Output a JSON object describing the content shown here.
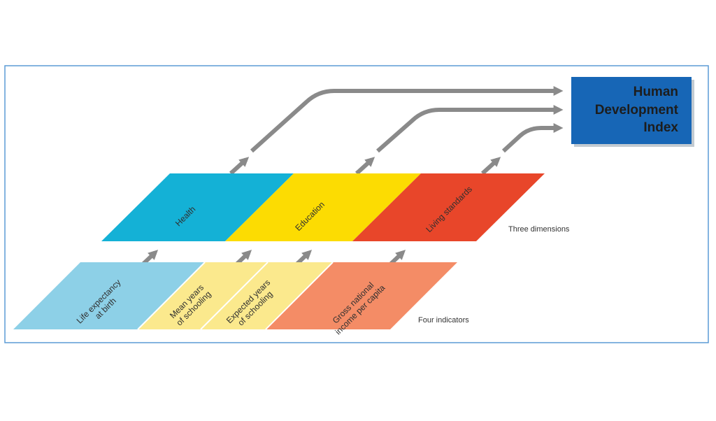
{
  "hdi": {
    "line1": "Human",
    "line2": "Development",
    "line3": "Index"
  },
  "dimensions": {
    "caption": "Three dimensions",
    "items": [
      {
        "label": "Health",
        "color": "#14b1d6"
      },
      {
        "label": "Education",
        "color": "#fcdc02"
      },
      {
        "label": "Living standards",
        "color": "#e8462a"
      }
    ]
  },
  "indicators": {
    "caption": "Four indicators",
    "items": [
      {
        "line1": "Life expectancy",
        "line2": "at birth",
        "color": "#8dd0e7"
      },
      {
        "line1": "Mean years",
        "line2": "of schooling",
        "color": "#fbe98d"
      },
      {
        "line1": "Expected years",
        "line2": "of schooling",
        "color": "#fbe98d"
      },
      {
        "line1": "Gross national",
        "line2": "income per capita",
        "color": "#f48c66"
      }
    ]
  },
  "colors": {
    "frame": "#5b9bd5",
    "arrow": "#8a8a8a",
    "hdi_box": "#1766b6"
  }
}
